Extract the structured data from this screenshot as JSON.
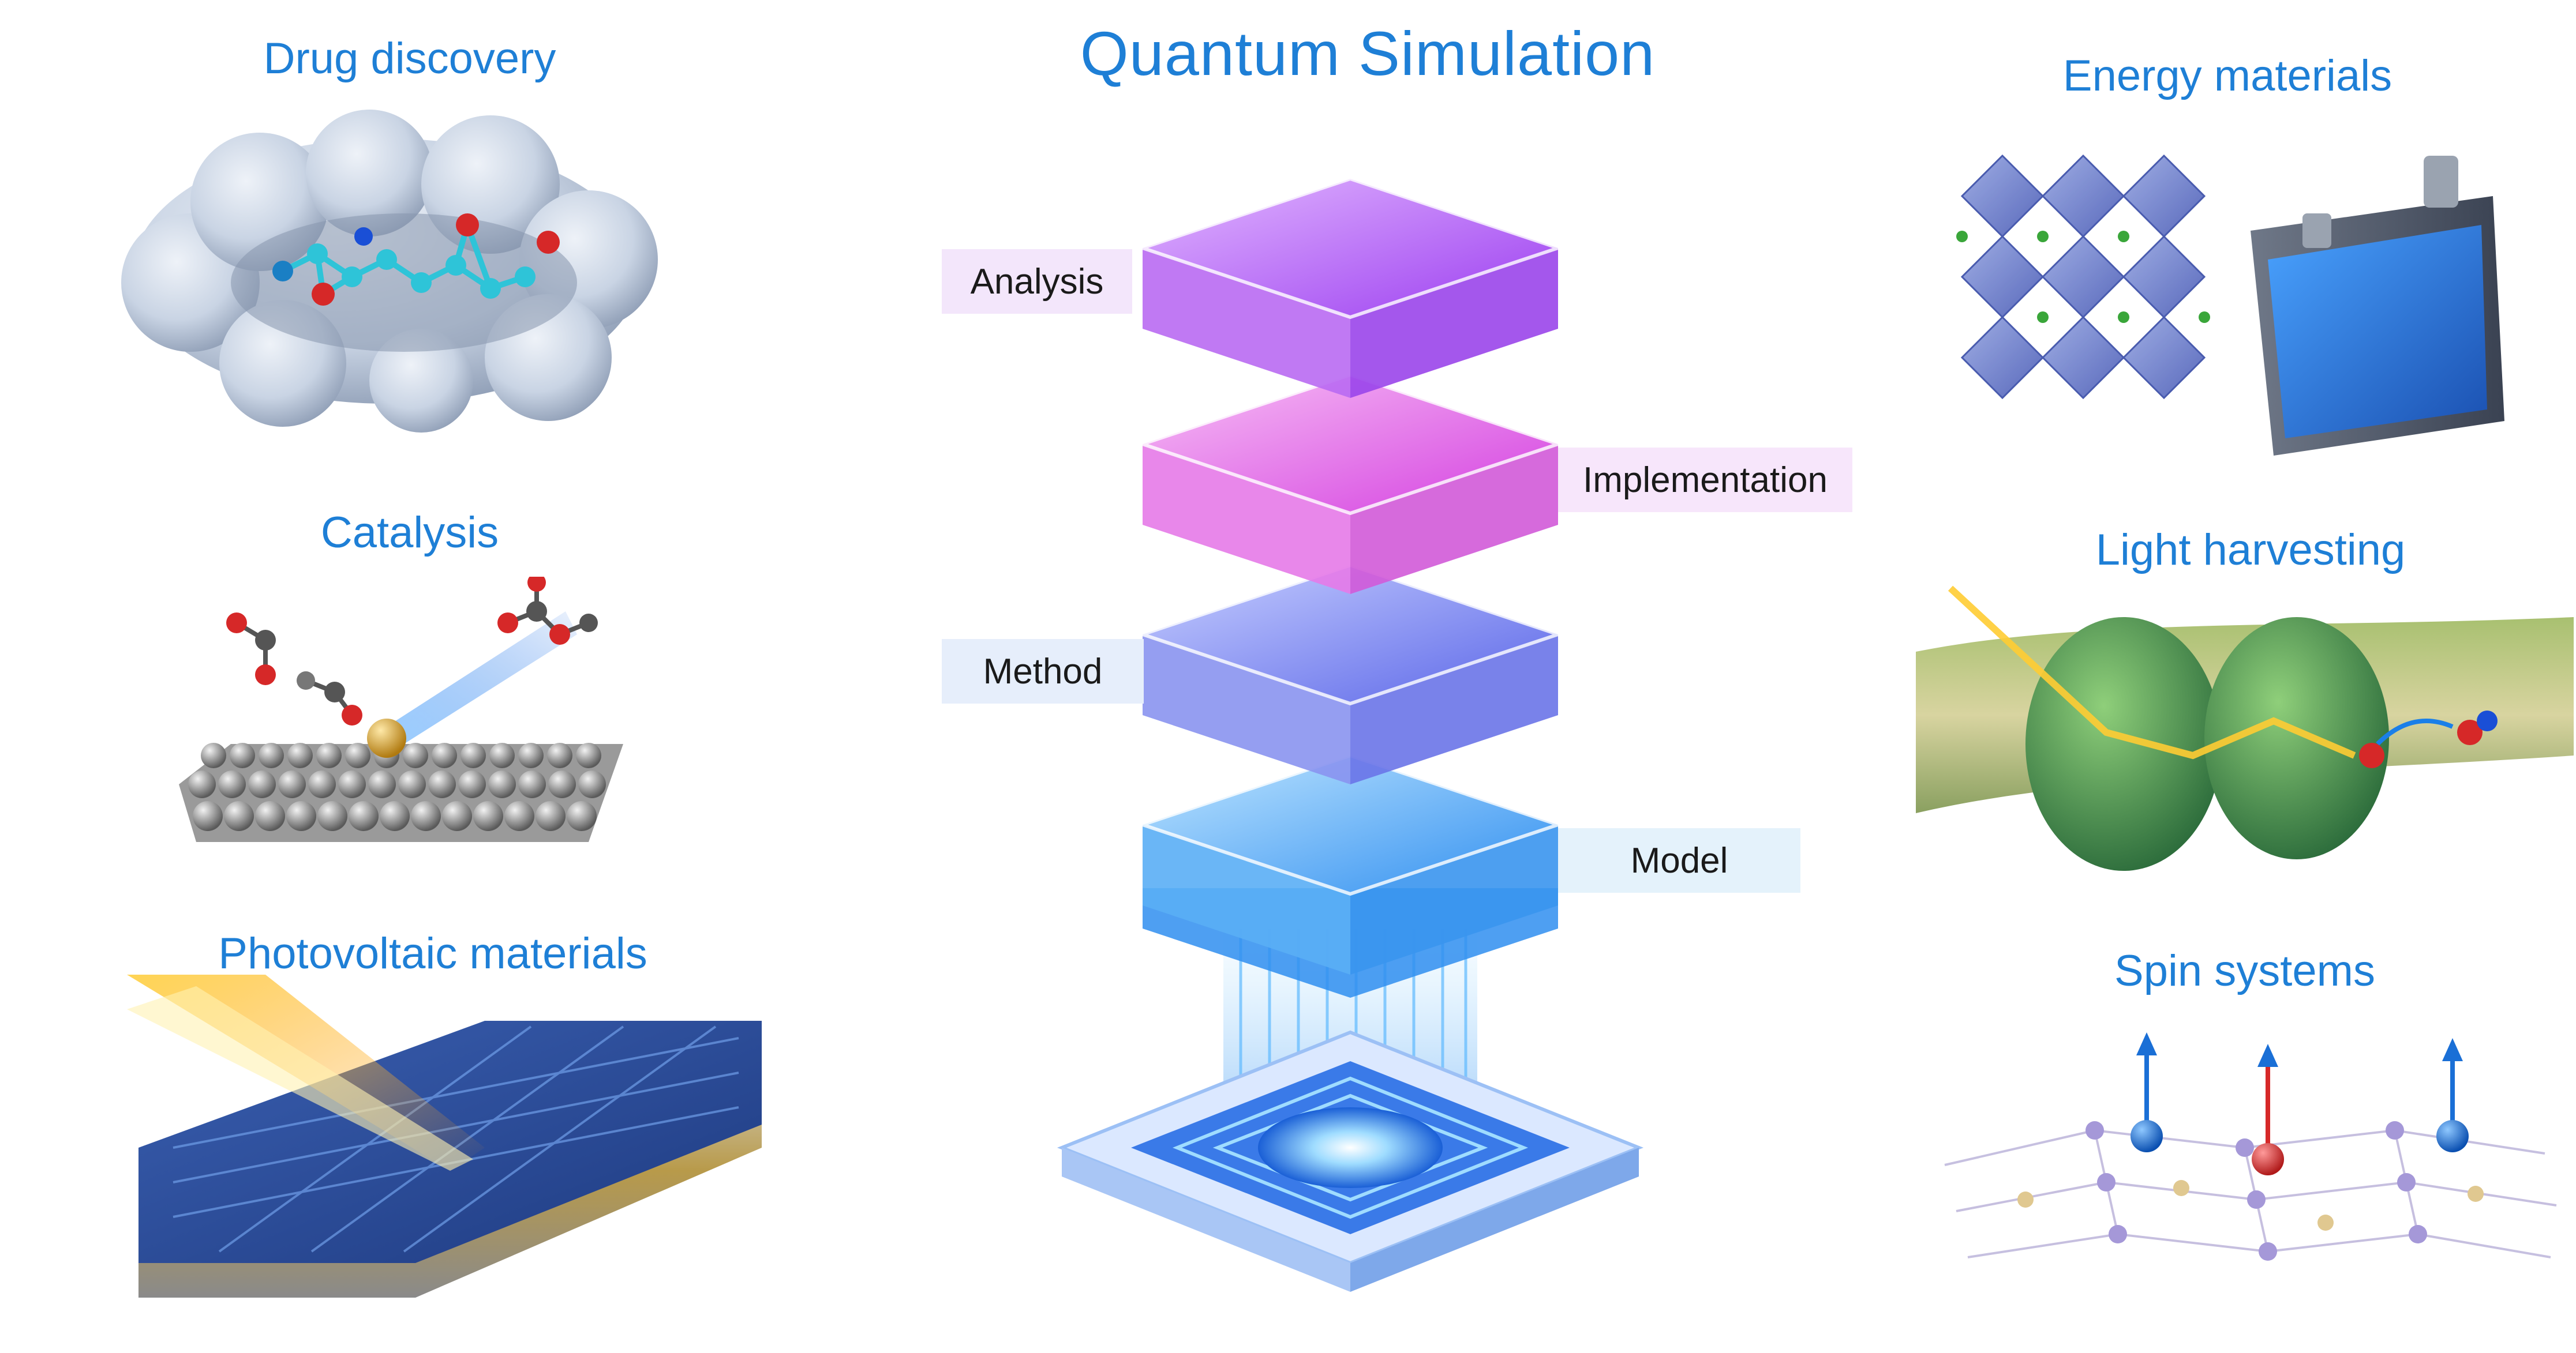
{
  "title": "Quantum Simulation",
  "layers": [
    {
      "label": "Analysis",
      "color": "#b25cf5"
    },
    {
      "label": "Implementation",
      "color": "#e56ae8"
    },
    {
      "label": "Method",
      "color": "#7a82ee"
    },
    {
      "label": "Model",
      "color": "#4aa8f0"
    }
  ],
  "applications": {
    "left": [
      {
        "label": "Drug discovery"
      },
      {
        "label": "Catalysis"
      },
      {
        "label": "Photovoltaic materials"
      }
    ],
    "right": [
      {
        "label": "Energy materials"
      },
      {
        "label": "Light harvesting"
      },
      {
        "label": "Spin systems"
      }
    ]
  },
  "colors": {
    "title": "#1e7fd6",
    "label_bg_analysis": "#f3e6fb",
    "label_bg_implementation": "#f7e6fb",
    "label_bg_method": "#e6eefb",
    "label_bg_model": "#e4f2fb"
  }
}
